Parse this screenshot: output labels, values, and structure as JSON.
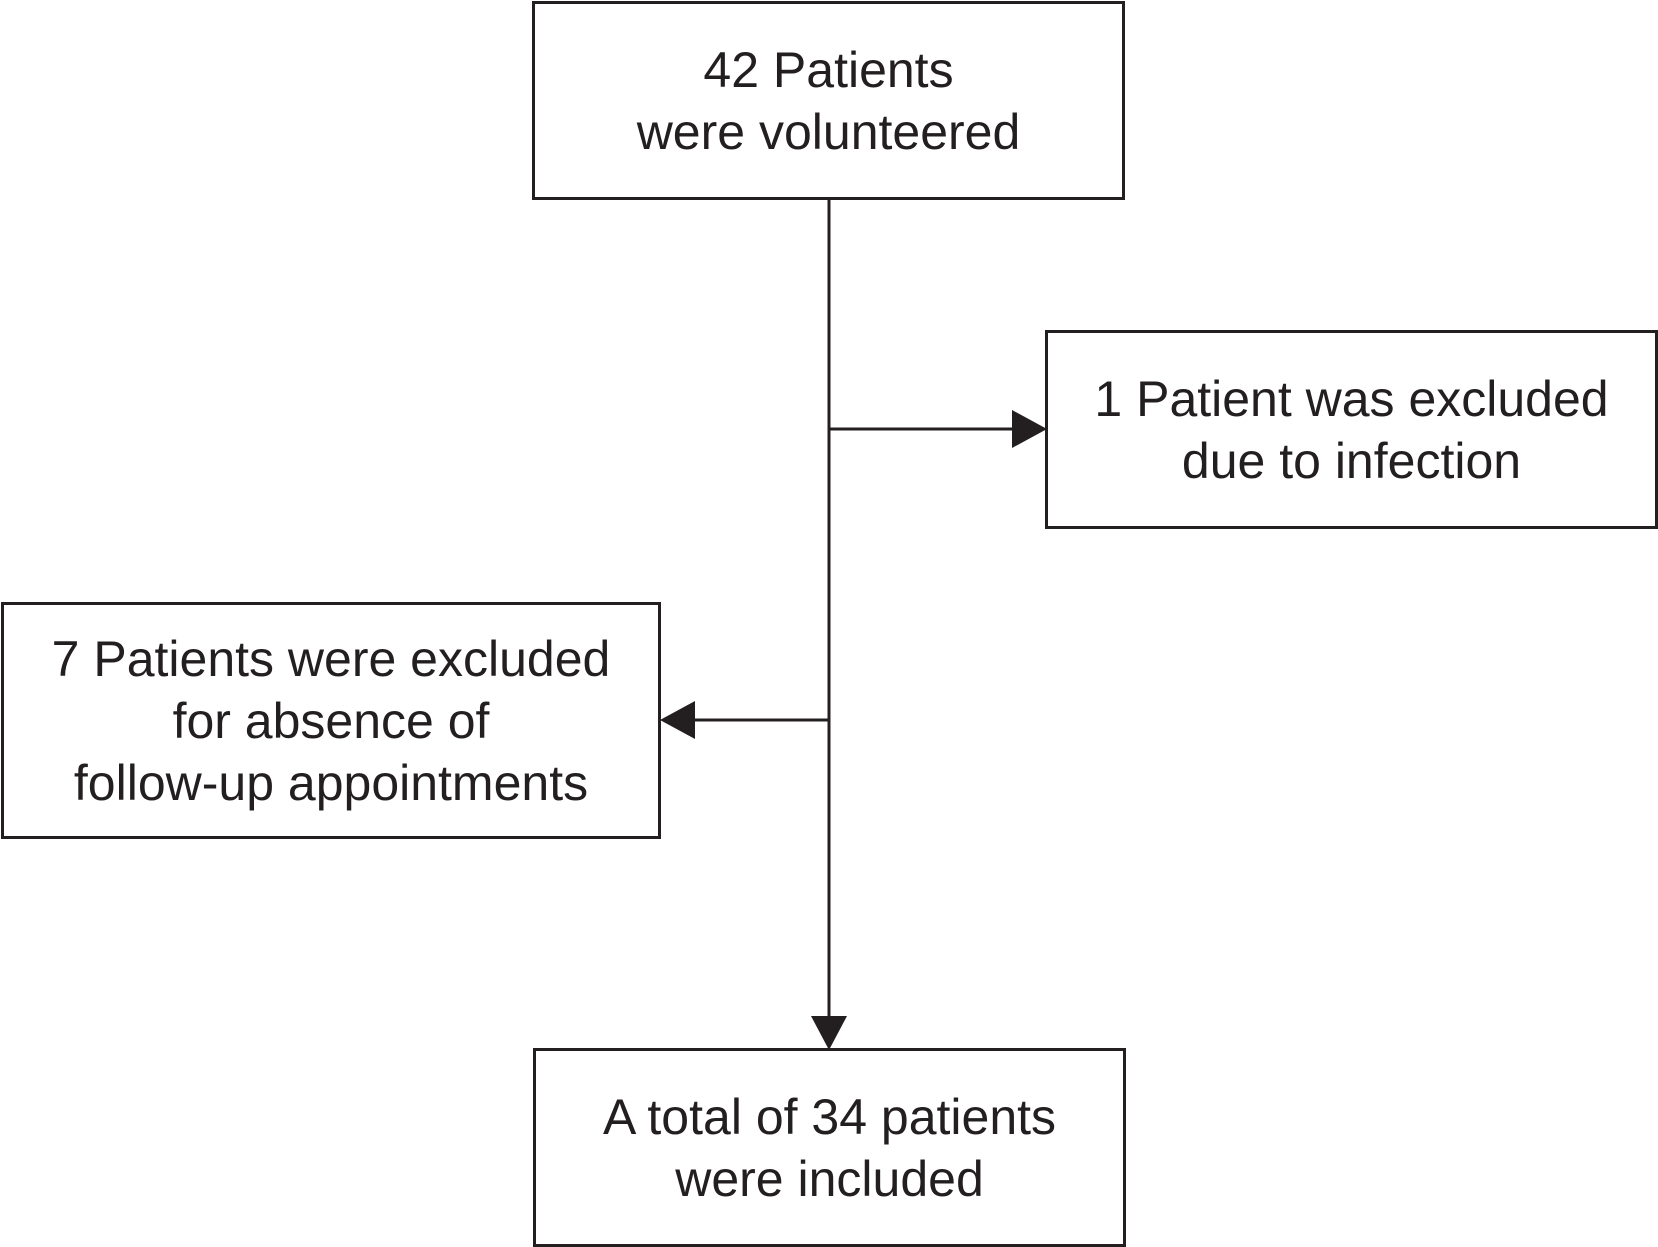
{
  "flowchart": {
    "start": {
      "lines": [
        "42 Patients",
        "were volunteered"
      ]
    },
    "exclusion_infection": {
      "lines": [
        "1 Patient was excluded",
        "due to infection"
      ]
    },
    "exclusion_followup": {
      "lines": [
        "7 Patients were excluded",
        "for absence of",
        "follow-up appointments"
      ]
    },
    "final": {
      "lines": [
        "A total of 34 patients",
        "were included"
      ]
    }
  },
  "colors": {
    "stroke": "#231f20",
    "background": "#ffffff"
  }
}
